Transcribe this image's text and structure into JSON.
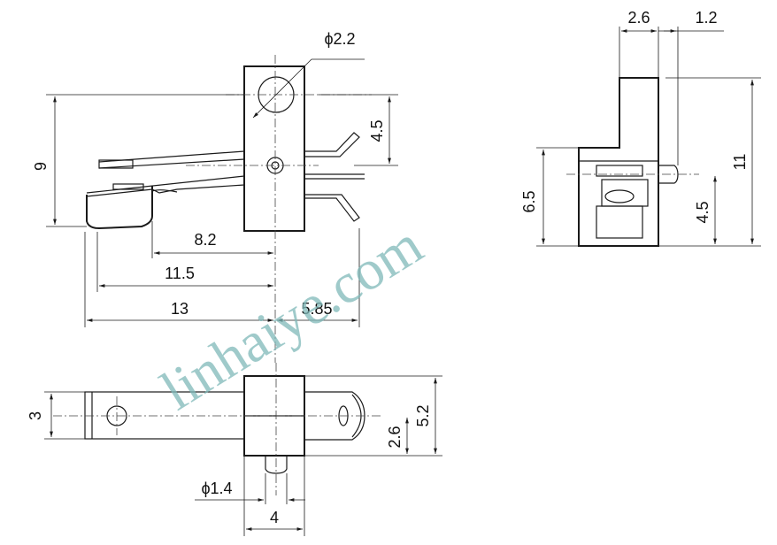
{
  "watermark": "linhaiye.com",
  "dimensions": {
    "front": {
      "hole_diameter": "ϕ2.2",
      "overall_height": "9",
      "lever_offset": "4.5",
      "len_8_2": "8.2",
      "len_11_5": "11.5",
      "len_13": "13",
      "len_5_85": "5.85"
    },
    "side": {
      "top_width": "2.6",
      "pin_length": "1.2",
      "overall_height": "11",
      "body_height": "6.5",
      "pin_height": "4.5"
    },
    "top": {
      "arm_width": "3",
      "pin_diameter": "ϕ1.4",
      "body_width": "4",
      "half_height": "2.6",
      "body_height": "5.2"
    }
  },
  "colors": {
    "line": "#1a1a1a",
    "watermark": "#7fb9b9"
  }
}
